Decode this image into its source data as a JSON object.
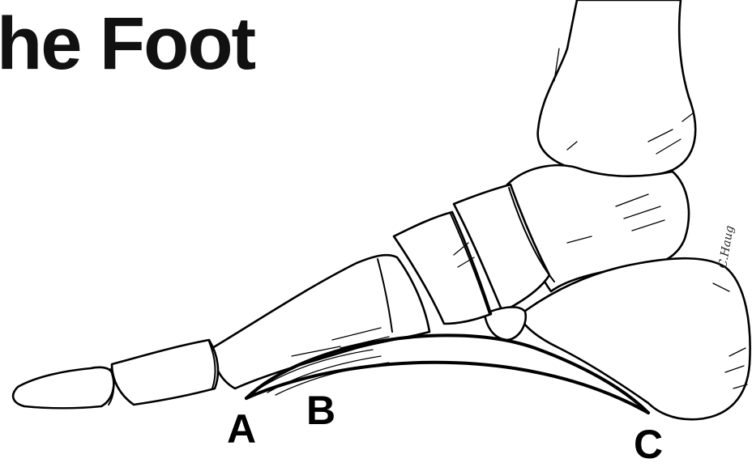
{
  "title": "he Foot",
  "labels": {
    "a": "A",
    "b": "B",
    "c": "C"
  }
}
